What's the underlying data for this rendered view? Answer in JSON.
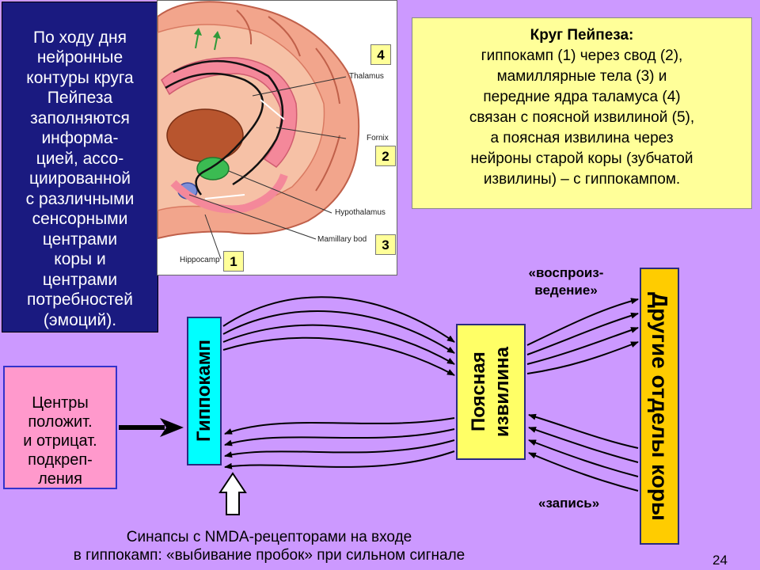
{
  "left_note": {
    "text": "По ходу дня\nнейронные\nконтуры круга\nПейпеза\nзаполняются\nинформа-\nцией, ассо-\nциированной\nс различными\nсенсорными\nцентрами\nкоры и\nцентрами\nпотребностей\n(эмоций)."
  },
  "brain_figure": {
    "labels": {
      "thalamus": "Thalamus",
      "fornix": "Fornix",
      "hypothalamus": "Hypothalamus",
      "mamillary": "Mamillary bod",
      "hippocampus": "Hippocamp"
    },
    "badges": [
      "4",
      "2",
      "3",
      "1"
    ]
  },
  "papez_box": {
    "title": "Круг Пейпеза:",
    "body": "гиппокамп (1) через свод (2),\nмамиллярные тела (3) и\nпередние ядра таламуса (4)\nсвязан с поясной извилиной (5),\nа поясная извилина через\nнейроны старой коры (зубчатой\nизвилины) – с гиппокампом."
  },
  "centers_box": {
    "text": "Центры\nположит.\nи отрицат.\nподкреп-\nления"
  },
  "hippocampus_box": {
    "label": "Гиппокамп"
  },
  "cingulate_box": {
    "label": "Поясная\nизвилина"
  },
  "cortex_box": {
    "label": "Другие отделы коры"
  },
  "arrow_labels": {
    "reproduction": "«воспроиз-\nведение»",
    "recording": "«запись»"
  },
  "synapse_note": "Синапсы с NMDA-рецепторами на входе\nв гиппокамп: «выбивание пробок» при сильном сигнале",
  "page_number": "24",
  "colors": {
    "background": "#cc99ff",
    "note_panel": "#1a1a80",
    "papez_panel": "#ffff99",
    "centers_panel": "#ff99cc",
    "hippocampus": "#00ffff",
    "cingulate": "#ffff66",
    "cortex": "#ffcc00"
  }
}
